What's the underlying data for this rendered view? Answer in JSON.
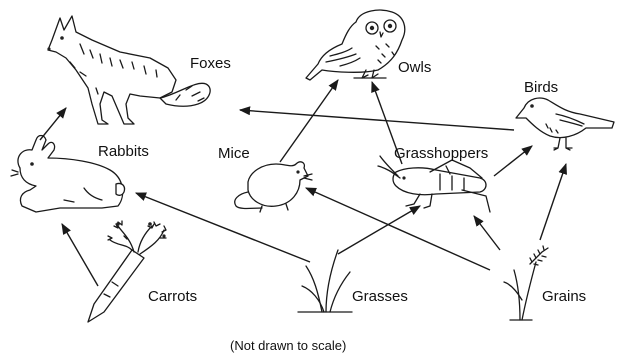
{
  "labels": {
    "foxes": "Foxes",
    "owls": "Owls",
    "birds": "Birds",
    "rabbits": "Rabbits",
    "mice": "Mice",
    "grasshoppers": "Grasshoppers",
    "carrots": "Carrots",
    "grasses": "Grasses",
    "grains": "Grains"
  },
  "caption": "(Not drawn to scale)",
  "food_web": [
    {
      "from": "Carrots",
      "to": "Rabbits"
    },
    {
      "from": "Rabbits",
      "to": "Foxes"
    },
    {
      "from": "Birds",
      "to": "Foxes"
    },
    {
      "from": "Grasses",
      "to": "Rabbits"
    },
    {
      "from": "Grasses",
      "to": "Grasshoppers"
    },
    {
      "from": "Grains",
      "to": "Mice"
    },
    {
      "from": "Grains",
      "to": "Grasshoppers"
    },
    {
      "from": "Grains",
      "to": "Birds"
    },
    {
      "from": "Mice",
      "to": "Owls"
    },
    {
      "from": "Grasshoppers",
      "to": "Owls"
    },
    {
      "from": "Grasshoppers",
      "to": "Birds"
    }
  ]
}
